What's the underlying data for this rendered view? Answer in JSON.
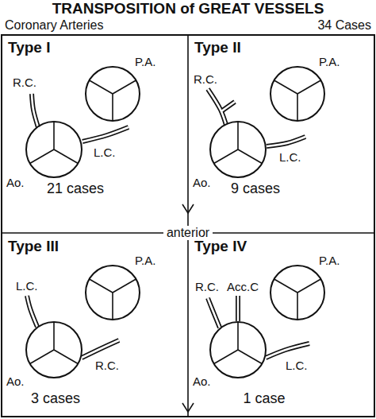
{
  "diagram": {
    "title": "TRANSPOSITION of GREAT VESSELS",
    "nodes": [
      {
        "text": [
          "Type I",
          "21 cases"
        ]
      },
      {
        "text": [
          "Ao."
        ],
        "in": 0
      },
      {
        "text": [
          "P.A."
        ],
        "in": 0
      },
      {
        "text": [
          "Type II",
          "9 cases"
        ]
      },
      {
        "text": [
          "Ao."
        ],
        "in": 3
      },
      {
        "text": [
          "P.A."
        ],
        "in": 3
      },
      {
        "text": [
          "Type III",
          "3 cases"
        ]
      },
      {
        "text": [
          "Ao."
        ],
        "in": 6
      },
      {
        "text": [
          "P.A."
        ],
        "in": 6
      },
      {
        "text": [
          "Type IV",
          "1 case"
        ]
      },
      {
        "text": [
          "Ao."
        ],
        "in": 9
      },
      {
        "text": [
          "P.A."
        ],
        "in": 9
      }
    ],
    "labels": [
      "Coronary Arteries",
      "34 Cases",
      "anterior",
      "R.C.",
      "L.C.",
      "R.C.",
      "L.C.",
      "L.C.",
      "R.C.",
      "R.C.",
      "Acc.C",
      "L.C."
    ]
  }
}
